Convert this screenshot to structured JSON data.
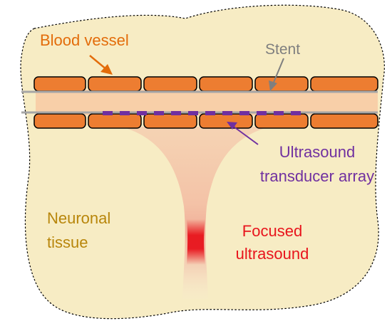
{
  "labels": {
    "blood_vessel": "Blood vessel",
    "stent": "Stent",
    "ultrasound_line1": "Ultrasound",
    "ultrasound_line2": "transducer array",
    "neuronal_line1": "Neuronal",
    "neuronal_line2": "tissue",
    "focused_line1": "Focused",
    "focused_line2": "ultrasound"
  },
  "colors": {
    "tissue_fill": "#f7ecc4",
    "vessel_segment": "#ed7d31",
    "vessel_lumen": "#f8cfa8",
    "stent_wire": "#a6a6a6",
    "transducer": "#7030a0",
    "focus": "#e8141c",
    "label_orange": "#e36c0a",
    "label_gray": "#7f7f7f",
    "label_purple": "#7030a0",
    "label_gold": "#b8860b",
    "label_red": "#e8141c"
  }
}
